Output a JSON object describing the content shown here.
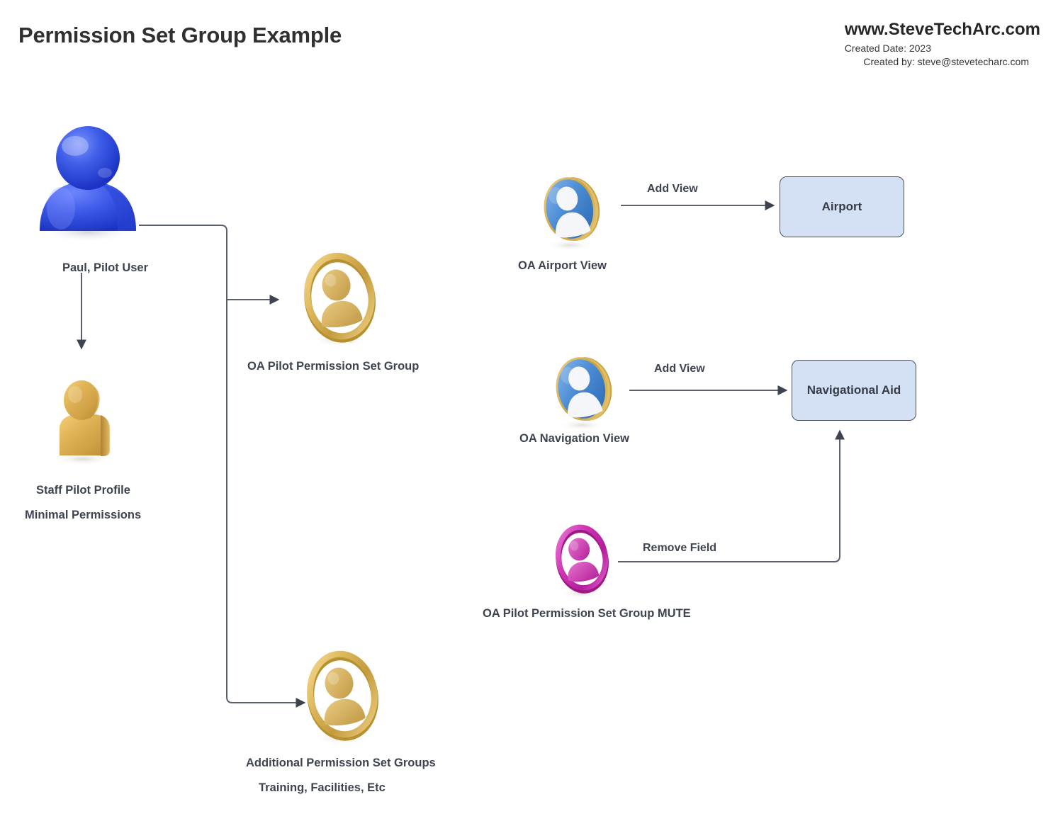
{
  "header": {
    "title": "Permission Set Group Example",
    "site_url": "www.SteveTechArc.com",
    "created_date": "Created Date: 2023",
    "created_by": "Created by: steve@stevetecharc.com"
  },
  "colors": {
    "user_blue": "#2f4fe0",
    "gold": "#d4a843",
    "magenta": "#cf35b4",
    "box_fill": "#d4e1f5",
    "box_border": "#4a4f58",
    "edge": "#5b616b",
    "text": "#3d4450"
  },
  "nodes": [
    {
      "id": "paul",
      "label": "Paul, Pilot User",
      "icon": "user-blue-icon"
    },
    {
      "id": "staff-profile",
      "label": "Staff Pilot Profile",
      "label2": "Minimal Permissions",
      "icon": "profile-gold-icon"
    },
    {
      "id": "pilot-psg",
      "label": "OA Pilot Permission Set Group",
      "icon": "permission-set-group-gold-icon"
    },
    {
      "id": "additional-psg",
      "label": "Additional Permission Set Groups",
      "label2": "Training, Facilities, Etc",
      "icon": "permission-set-group-gold-icon"
    },
    {
      "id": "oa-airport-view",
      "label": "OA Airport View",
      "icon": "permission-set-blue-icon"
    },
    {
      "id": "oa-nav-view",
      "label": "OA Navigation View",
      "icon": "permission-set-blue-icon"
    },
    {
      "id": "pilot-psg-mute",
      "label": "OA Pilot Permission Set Group MUTE",
      "icon": "permission-set-group-magenta-icon"
    }
  ],
  "boxes": [
    {
      "id": "airport",
      "label": "Airport"
    },
    {
      "id": "navigational-aid",
      "label": "Navigational Aid"
    }
  ],
  "edges": [
    {
      "id": "paul-to-profile",
      "label": ""
    },
    {
      "id": "paul-to-pilot-psg",
      "label": ""
    },
    {
      "id": "paul-to-additional",
      "label": ""
    },
    {
      "id": "airport-view-add",
      "label": "Add View"
    },
    {
      "id": "nav-view-add",
      "label": "Add View"
    },
    {
      "id": "mute-remove",
      "label": "Remove Field"
    }
  ]
}
